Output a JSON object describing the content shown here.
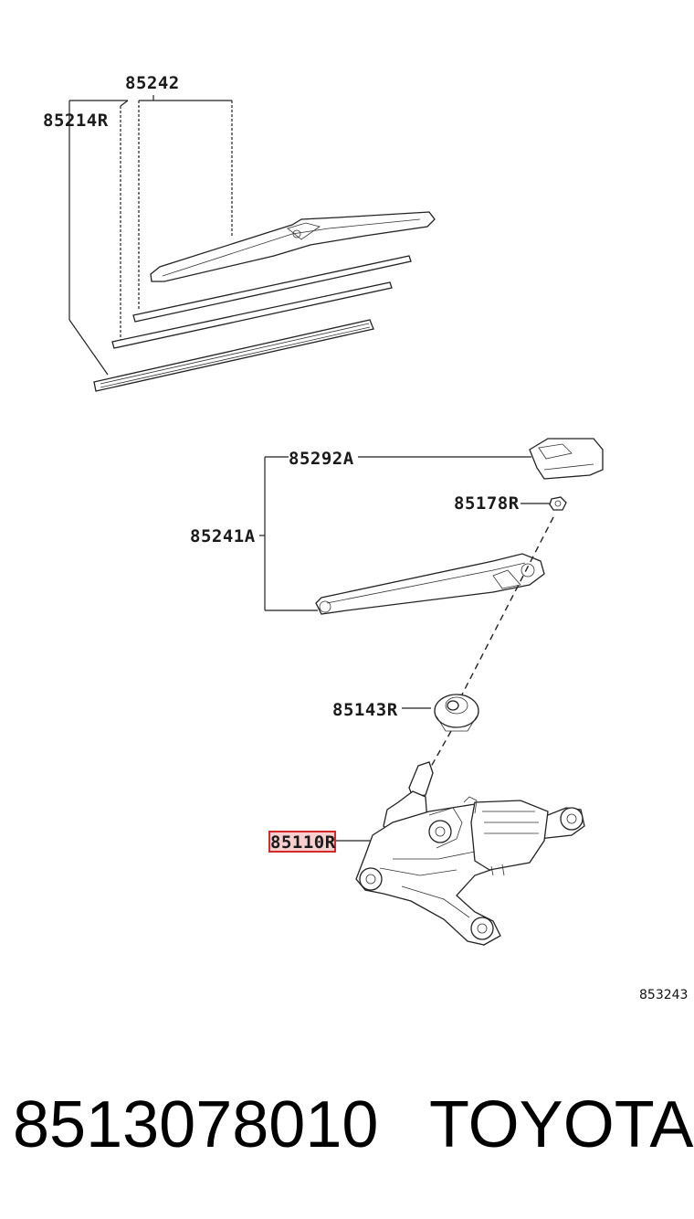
{
  "callouts": {
    "blade_assembly": "85242",
    "blade_rubber": "85214R",
    "cover": "85292A",
    "arm_assembly": "85241A",
    "nut": "85178R",
    "pivot_cap": "85143R",
    "motor": "85110R"
  },
  "figure_ref": "853243",
  "part_number": "8513078010",
  "brand": "TOYOTA",
  "highlight_color": "#d62a2a"
}
